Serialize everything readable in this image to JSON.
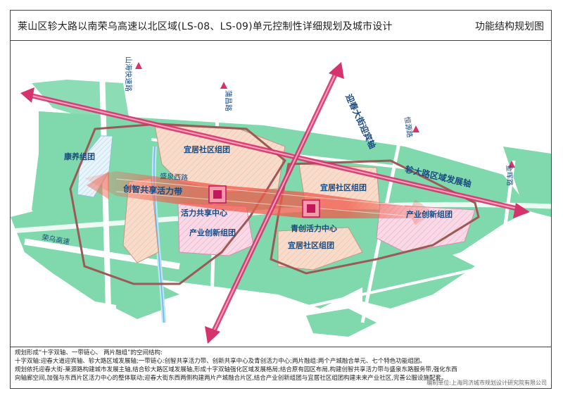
{
  "header": {
    "title": "莱山区轸大路以南荣乌高速以北区域(LS-08、LS-09)单元控制性详细规划及城市设计",
    "map_type": "功能结构规划图"
  },
  "labels": {
    "kangyang": "康养组团",
    "yiju_nw": "宜居社区组团",
    "yiju_ne": "宜居社区组团",
    "yiju_se": "宜居社区组团",
    "chanye_sw": "产业创新组团",
    "chanye_e": "产业创新组团",
    "huoli_center": "活力共享中心",
    "qingchuang_center": "青创活力中心",
    "chuangzhi_band": "创智共享活力带",
    "shengquan_road": "盛泉西路",
    "zhenda_axis": "轸大路区域发展轴",
    "yingchun_axis": "迎春大街迎宾轴",
    "shanhai_expressway": "山海快速路",
    "rongwu_expressway": "荣乌高速",
    "puchang_road": "蒲昌路",
    "hengyuan_road": "恒源路",
    "jinhui_road": "金晖路"
  },
  "footer": {
    "line1": "规划形成“十字双轴、一带链心、 两片融组”的空间结构:",
    "line2": "    十字双轴:迎春大道迎宾轴、轸大路区域发展轴;一带链心:创智共享活力带、创新共享中心及青创活力中心;两片融组:两个产城融合单元、七个特色功能组团。",
    "line3": "    规划依托迎春大街-莱源路构建城市发展主轴,结合轸大路区域发展轴,形成十字双轴强化区域发展格局;结合原有园区布局,构建创智共享活力带与盛泉东路服务带,强化东西",
    "line4": "向轴廊空间,加强与东西片区活力中心的整体联动;迎春大街东西两侧构建两片产城融合片区,结合产业创新组团与宜居社区组团构建未来产业社区,完善公服设施配套。",
    "credit": "编制单位:上海同济城市规划设计研究院有限公司"
  },
  "colors": {
    "green": "#7fd9ad",
    "axis": "#d6336c",
    "boundary": "#9b5a55",
    "residential": "#f8dccb",
    "industry": "#f6c9dc",
    "center": "#c2185b",
    "band": "#f05a4a",
    "water": "#bde3f7"
  },
  "icons": {
    "center_marker": "square-center-icon",
    "axis_arrow": "double-arrow-icon"
  }
}
